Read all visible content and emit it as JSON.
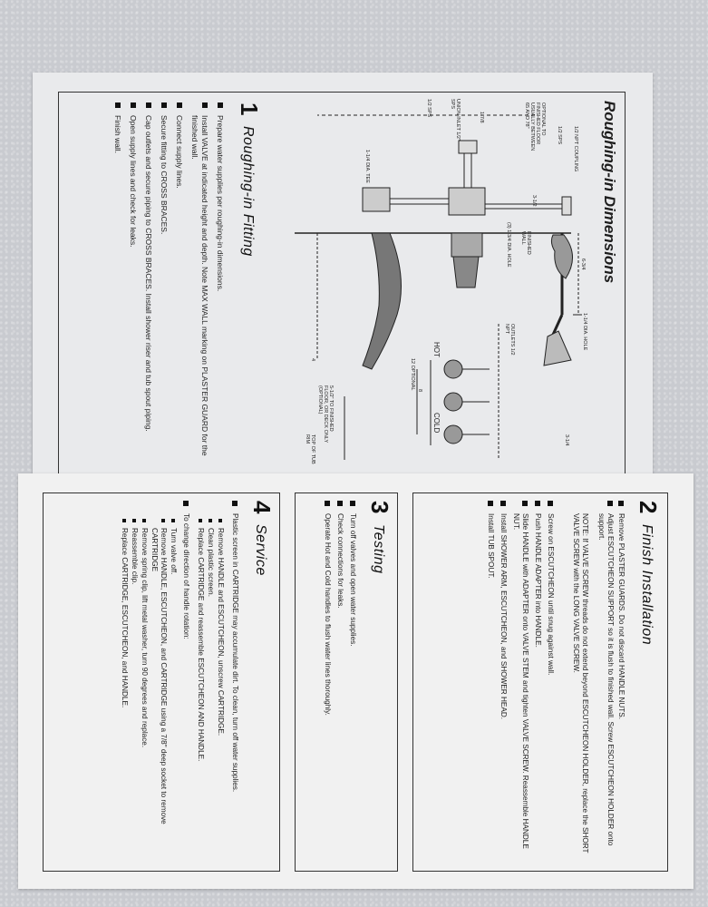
{
  "rough_in_dimensions": {
    "title": "Roughing-in Dimensions",
    "labels": {
      "coupling": "1/2 NPT COUPLING",
      "sps_top": "1/2 SPS",
      "optional": "OPTIONAL TO FINISHED FLOOR USUALLY BETWEEN 65 AND 78\"",
      "dia_hole": "1-1/4 DIA. HOLE",
      "d6_3_4": "6-3/4",
      "d3_1_2": "3-1/2",
      "finished_wall": "FINISHED WALL",
      "three_holes": "(3) 1-3/4 DIA. HOLE",
      "d1_7_8": "1-7/8",
      "union": "UNION INLET 1/2\" SPS",
      "sps_bottom": "1/2 SPS",
      "tee": "1-1/4 DIA. TEE",
      "outlets": "OUTLETS 1/2 NPT",
      "hot": "HOT",
      "cold": "COLD",
      "d12": "12 OPTIONAL",
      "d8": "8",
      "d4": "4",
      "d3_1_4": "3-1/4",
      "floor_note": "5-1/2\" TO FINISHED FLOOR, OR DECK ONLY (OPTIONAL)",
      "tub_rim": "TOP OF TUB RIM"
    }
  },
  "step1": {
    "number": "1",
    "title": "Roughing-in Fitting",
    "bullets": [
      "Prepare water supplies per roughing-in dimensions.",
      "Install VALVE at indicated height and depth.  Note MAX WALL marking on PLASTER GUARD for the finished wall.",
      "Connect supply lines.",
      "Secure fitting to CROSS BRACES.",
      "Cap outlets and secure piping to CROSS BRACES.  Install shower riser and tub spout piping.",
      "Open supply lines and check for leaks.",
      "Finish wall."
    ]
  },
  "step2": {
    "number": "2",
    "title": "Finish Installation",
    "bullets": [
      "Remove PLASTER GUARDS.  Do not discard HANDLE NUTS.",
      "Adjust ESCUTCHEON SUPPORT so it is flush to finished wall.  Screw ESCUTCHEON HOLDER onto support."
    ],
    "note": "NOTE:  If VALVE SCREW threads do not extend beyond ESCUTCHEON HOLDER, replace the SHORT VALVE SCREW with the LONG VALVE SCREW.",
    "bullets2": [
      "Screw on ESCUTCHEON until snug against wall.",
      "Push HANDLE ADAPTER into HANDLE.",
      "Slide HANDLE with ADAPTER onto VALVE STEM and tighten VALVE SCREW.  Reassemble HANDLE NUT.",
      "Install SHOWER ARM, ESCUTCHEON, and SHOWER HEAD.",
      "Install TUB SPOUT."
    ]
  },
  "step3": {
    "number": "3",
    "title": "Testing",
    "bullets": [
      "Turn off valves and open water supplies.",
      "Check connections for leaks.",
      "Operate Hot and Cold handles to flush water lines thoroughly."
    ]
  },
  "step4": {
    "number": "4",
    "title": "Service",
    "intro": "Plastic screen in CARTRIDGE may accumulate dirt.  To clean, turn off water supplies.",
    "clean_steps": [
      "Remove HANDLE and ESCUTCHEON, unscrew CARTRIDGE.",
      "Clean plastic screen.",
      "Replace CARTRIDGE and reassemble ESCUTCHEON AND HANDLE."
    ],
    "rotation_intro": "To change direction of handle rotation:",
    "rotation_steps": [
      "Turn valve off.",
      "Remove HANDLE, ESCUTCHEON, and CARTRIDGE using a 7/8\" deep socket to remove CARTRIDGE",
      "Remove spring clip, lift metal washer, turn 90 degrees and replace.",
      "Reassemble clip.",
      "Replace CARTRIDGE, ESCUTCHEON, and HANDLE."
    ]
  }
}
